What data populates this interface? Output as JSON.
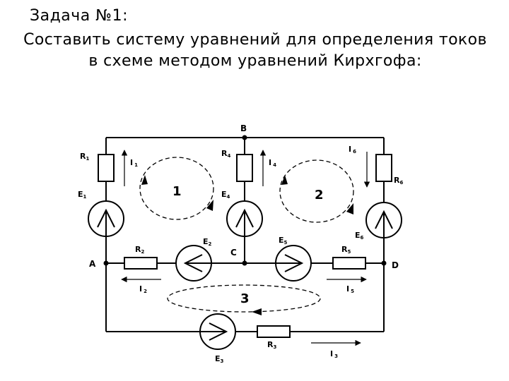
{
  "header": {
    "task_label": "Задача №1:",
    "statement": "Составить систему уравнений для определения токов в схеме методом уравнений Кирхгофа:"
  },
  "circuit": {
    "nodes": {
      "a": "A",
      "b": "B",
      "c": "C",
      "d": "D"
    },
    "resistors": {
      "r1": {
        "main": "R",
        "sub": "1"
      },
      "r2": {
        "main": "R",
        "sub": "2"
      },
      "r3": {
        "main": "R",
        "sub": "3"
      },
      "r4": {
        "main": "R",
        "sub": "4"
      },
      "r5": {
        "main": "R",
        "sub": "5"
      },
      "r6": {
        "main": "R",
        "sub": "6"
      }
    },
    "sources": {
      "e1": {
        "main": "E",
        "sub": "1"
      },
      "e2": {
        "main": "E",
        "sub": "2"
      },
      "e3": {
        "main": "E",
        "sub": "3"
      },
      "e4": {
        "main": "E",
        "sub": "4"
      },
      "e5": {
        "main": "E",
        "sub": "5"
      },
      "e6": {
        "main": "E",
        "sub": "6"
      }
    },
    "currents": {
      "i1": {
        "main": "I",
        "sub": "1"
      },
      "i2": {
        "main": "I",
        "sub": "2"
      },
      "i3": {
        "main": "I",
        "sub": "3"
      },
      "i4": {
        "main": "I",
        "sub": "4"
      },
      "i5": {
        "main": "I",
        "sub": "5"
      },
      "i6": {
        "main": "I",
        "sub": "6"
      }
    },
    "loops": {
      "loop1": "1",
      "loop2": "2",
      "loop3": "3"
    }
  }
}
